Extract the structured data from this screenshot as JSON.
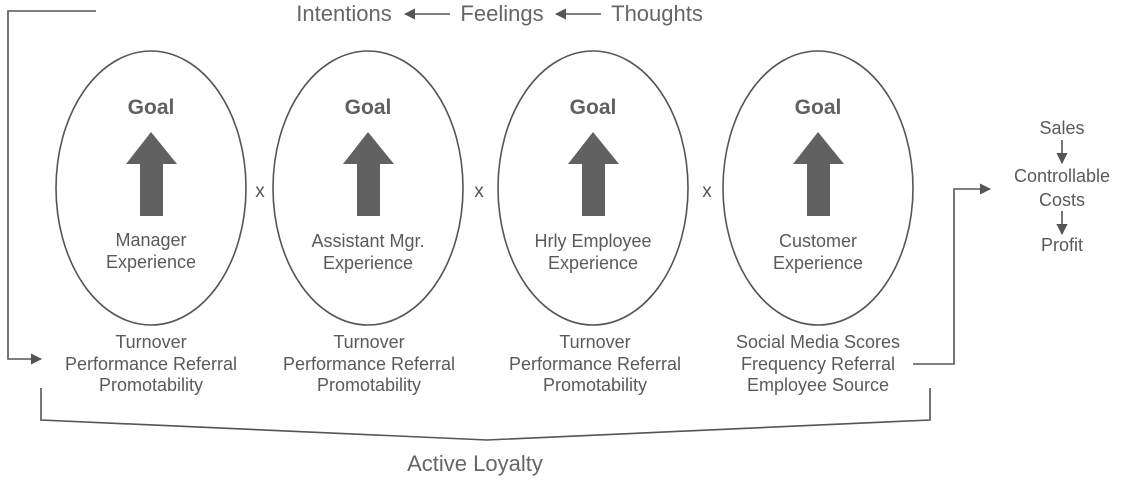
{
  "flow": {
    "intentions": "Intentions",
    "feelings": "Feelings",
    "thoughts": "Thoughts"
  },
  "stages": [
    {
      "goal": "Goal",
      "experience": [
        "Manager",
        "Experience"
      ],
      "metrics": [
        "Turnover",
        "Performance Referral",
        "Promotability"
      ]
    },
    {
      "goal": "Goal",
      "experience": [
        "Assistant Mgr.",
        "Experience"
      ],
      "metrics": [
        "Turnover",
        "Performance Referral",
        "Promotability"
      ]
    },
    {
      "goal": "Goal",
      "experience": [
        "Hrly Employee",
        "Experience"
      ],
      "metrics": [
        "Turnover",
        "Performance Referral",
        "Promotability"
      ]
    },
    {
      "goal": "Goal",
      "experience": [
        "Customer",
        "Experience"
      ],
      "metrics": [
        "Social Media Scores",
        "Frequency Referral",
        "Employee Source"
      ]
    }
  ],
  "multiplier": "x",
  "financial": {
    "sales": "Sales",
    "costs": [
      "Controllable",
      "Costs"
    ],
    "profit": "Profit"
  },
  "bracket_label": "Active Loyalty",
  "colors": {
    "line": "#555555",
    "arrow": "#616161",
    "text": "#5a5a5a"
  }
}
